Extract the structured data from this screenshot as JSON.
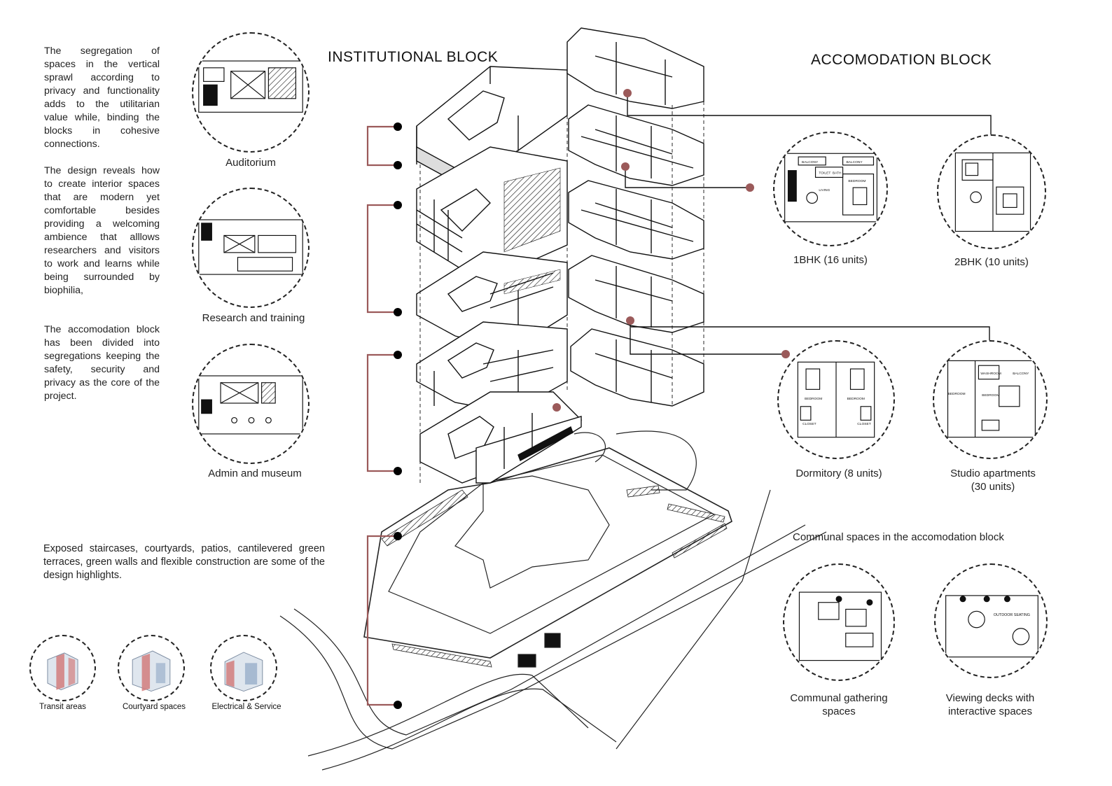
{
  "paragraphs": [
    "The segregation of spaces in the vertical sprawl according to privacy and functionality adds to the utilitarian value while, binding the blocks in cohesive connections.",
    "The design reveals how to create interior spaces that are modern yet comfortable besides providing a welcoming ambience that alllows researchers and visitors to work and learns while being surrounded by biophilia,",
    "The accomodation block has been divided into segregations keeping the safety, security and privacy as the core of the project."
  ],
  "highlights": "Exposed staircases, courtyards, patios, cantilevered green terraces, green walls and flexible construction are some of the design highlights.",
  "headings": {
    "institutional": "INSTITUTIONAL  BLOCK",
    "accommodation": "ACCOMODATION BLOCK"
  },
  "institutional_spaces": [
    "Auditorium",
    "Research and training",
    "Admin and museum"
  ],
  "accommodation_units": [
    "1BHK (16 units)",
    "2BHK (10 units)",
    "Dormitory (8 units)",
    "Studio apartments",
    "(30 units)"
  ],
  "communal": {
    "heading": "Communal spaces in the accomodation block",
    "gathering": [
      "Communal gathering",
      "spaces"
    ],
    "decks": [
      "Viewing decks with",
      "interactive spaces"
    ]
  },
  "legend": [
    "Transit areas",
    "Courtyard spaces",
    "Electrical & Service"
  ],
  "plan_labels": {
    "balcony": "BALCONY",
    "toilet": "TOILET",
    "bath": "BATH",
    "living": "LIVING",
    "bedroom": "BEDROOM",
    "closet": "CLOSET",
    "washroom": "WASHROOM",
    "outdoor_seating": "OUTDOOR SEATING"
  },
  "colors": {
    "accent": "#9b5a5a",
    "line": "#111111",
    "highlight_red": "#d27d7d",
    "highlight_blue": "#8fa6c4"
  }
}
